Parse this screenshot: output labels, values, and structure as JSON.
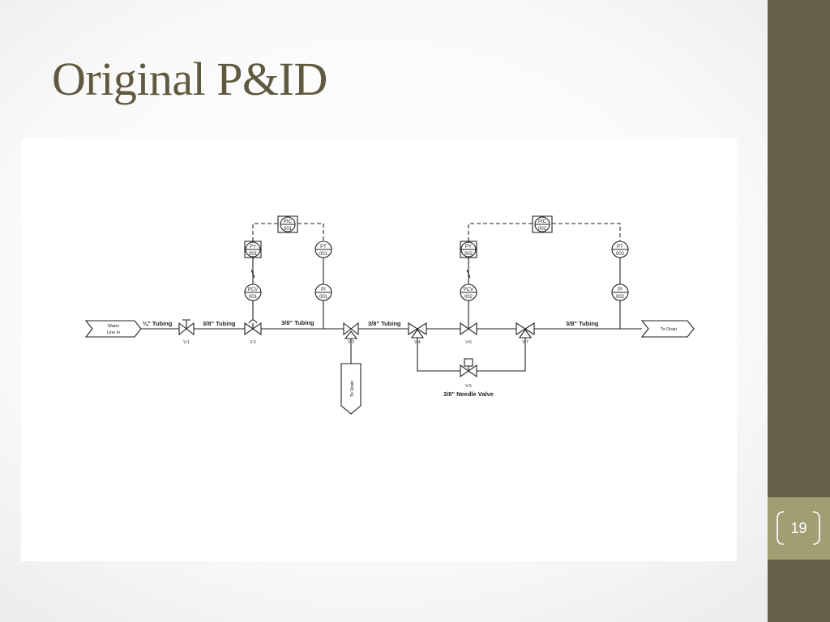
{
  "slide": {
    "title": "Original P&ID",
    "page_number": "19"
  },
  "pid": {
    "inlet_label": [
      "Water",
      "Line In"
    ],
    "outlet_label": "To Drain",
    "drain_label": "To Drain",
    "lines": [
      {
        "label": "¼\" Tubing"
      },
      {
        "label": "3/8\" Tubing"
      },
      {
        "label": "3/8\" Tubing"
      },
      {
        "label": "3/8\" Tubing"
      },
      {
        "label": "3/8\" Tubing"
      }
    ],
    "valves": [
      "V-1",
      "V-2",
      "V-3",
      "V-4",
      "V-6",
      "V-7",
      "V-5"
    ],
    "needle_valve_label": "3/8\" Needle Valve",
    "loop1": {
      "pic": [
        "PIC",
        "001"
      ],
      "py": [
        "PY",
        "001"
      ],
      "pt": [
        "PT",
        "001"
      ],
      "pcv": [
        "PCV",
        "001"
      ],
      "pi": [
        "PI",
        "001"
      ]
    },
    "loop2": {
      "pic": [
        "PIC",
        "002"
      ],
      "py": [
        "PY",
        "002"
      ],
      "pt": [
        "PT",
        "002"
      ],
      "pcv": [
        "PCV",
        "002"
      ],
      "pi": [
        "PI",
        "002"
      ]
    }
  }
}
